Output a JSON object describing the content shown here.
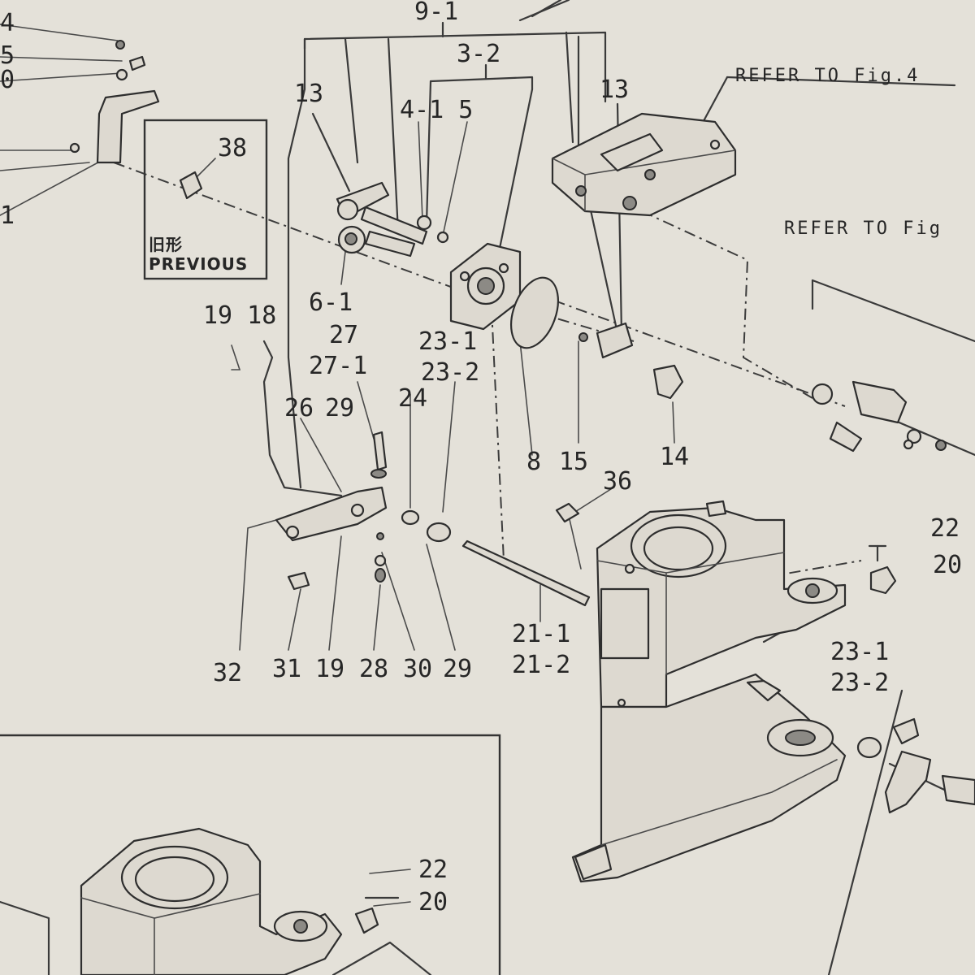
{
  "references": {
    "ref_fig4": "REFER TO Fig.4",
    "ref_fig_partial": "REFER TO Fig"
  },
  "previous_box": {
    "part": "38",
    "kanji": "旧形",
    "label": "PREVIOUS"
  },
  "callouts": {
    "c9_1": "9-1",
    "c3_2": "3-2",
    "c13_left": "13",
    "c13_right": "13",
    "c4_15": "4-1 5",
    "c6_1": "6-1",
    "c23_1_top": "23-1",
    "c23_2_top": "23-2",
    "c8": "8",
    "c15": "15",
    "c14": "14",
    "c36": "36",
    "c24": "24",
    "c29_top": "29",
    "c26": "26",
    "c27": "27",
    "c27_1": "27-1",
    "c19_18": "19 18",
    "c32": "32",
    "c31": "31",
    "c19": "19",
    "c28": "28",
    "c30": "30",
    "c29_bottom": "29",
    "c21_1": "21-1",
    "c21_2": "21-2",
    "c22_right": "22",
    "c20_right": "20",
    "c23_1_bottom": "23-1",
    "c23_2_bottom": "23-2",
    "c22_lower": "22",
    "c20_lower": "20",
    "edge_4": "4",
    "edge_5": "5",
    "edge_0": "0",
    "edge_1": "1"
  }
}
